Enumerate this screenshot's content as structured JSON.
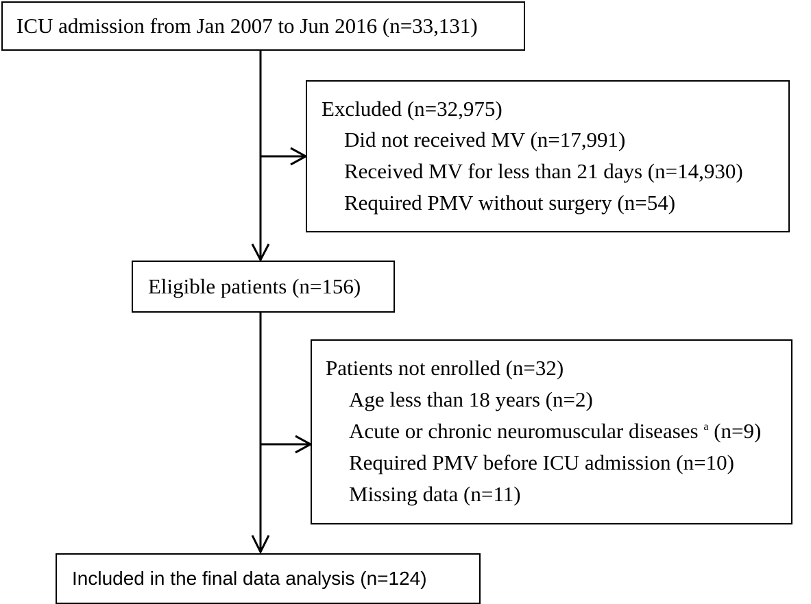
{
  "flowchart": {
    "admission": "ICU admission from Jan 2007 to Jun 2016 (n=33,131)",
    "excluded": {
      "title": "Excluded (n=32,975)",
      "items": [
        "Did not received MV (n=17,991)",
        "Received MV for less than 21 days (n=14,930)",
        "Required PMV without surgery (n=54)"
      ]
    },
    "eligible": "Eligible patients (n=156)",
    "not_enrolled": {
      "title": "Patients not enrolled (n=32)",
      "items": [
        "Age less than 18 years (n=2)",
        "Acute or chronic neuromuscular diseases",
        "Required PMV before ICU admission (n=10)",
        "Missing data (n=11)"
      ],
      "footnote_marker": "a",
      "item2_suffix": "(n=9)"
    },
    "included": "Included in the final data analysis (n=124)"
  }
}
